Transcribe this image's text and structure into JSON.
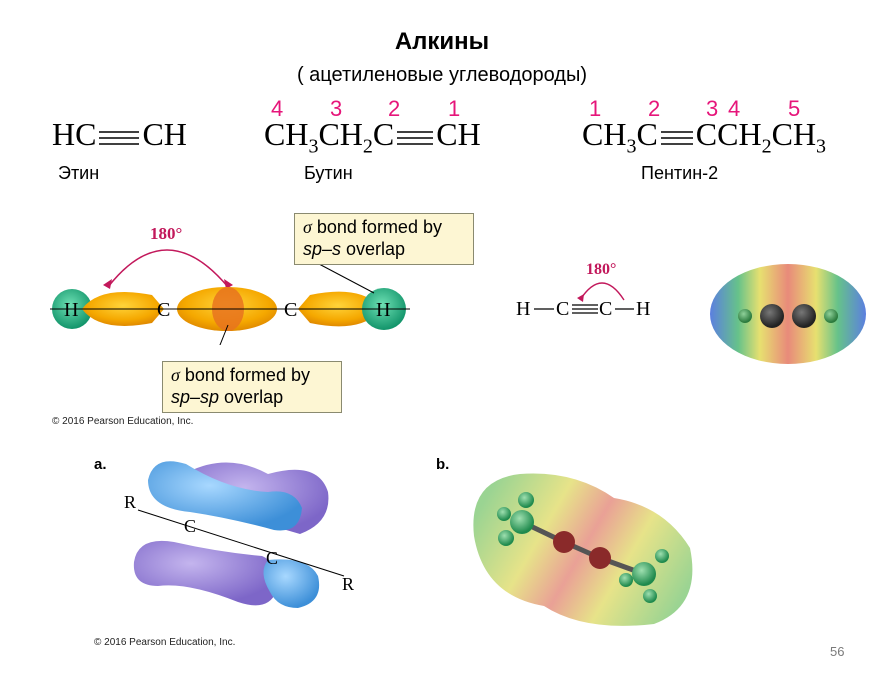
{
  "title": "Алкины",
  "subtitle": "( ацетиленовые углеводороды)",
  "ethyne": {
    "name": "Этин",
    "left": "HC",
    "right": "CH"
  },
  "butyne": {
    "name": "Бутин",
    "numbers": [
      "4",
      "3",
      "2",
      "1"
    ],
    "parts": [
      "CH",
      "3",
      "CH",
      "2",
      "C",
      "CH"
    ]
  },
  "pentyne": {
    "name": "Пентин-2",
    "numbers": [
      "1",
      "2",
      "3",
      "4",
      "5"
    ],
    "parts": [
      "CH",
      "3",
      "C",
      "CCH",
      "2",
      "CH",
      "3"
    ]
  },
  "orbital_diagram": {
    "angle": "180°",
    "atoms": [
      "H",
      "C",
      "C",
      "H"
    ],
    "callout_top": {
      "prefix": "σ",
      "line1": " bond formed by",
      "line2_italic": "sp–s",
      "line2": " overlap"
    },
    "callout_bottom": {
      "prefix": "σ",
      "line1": " bond formed by",
      "line2_italic": "sp–sp",
      "line2": " overlap"
    },
    "copyright": "© 2016 Pearson Education, Inc."
  },
  "linear_diagram": {
    "angle": "180°",
    "atoms": [
      "H",
      "C",
      "C",
      "H"
    ]
  },
  "panel_a": {
    "label": "a.",
    "atoms": [
      "R",
      "C",
      "C",
      "R"
    ],
    "copyright": "© 2016 Pearson Education, Inc."
  },
  "panel_b": {
    "label": "b."
  },
  "page_number": "56",
  "colors": {
    "accent_magenta": "#e6157a",
    "orbital_orange": "#f5a800",
    "hydrogen_green": "#1aa57a",
    "callout_bg": "#fdf6d3"
  }
}
